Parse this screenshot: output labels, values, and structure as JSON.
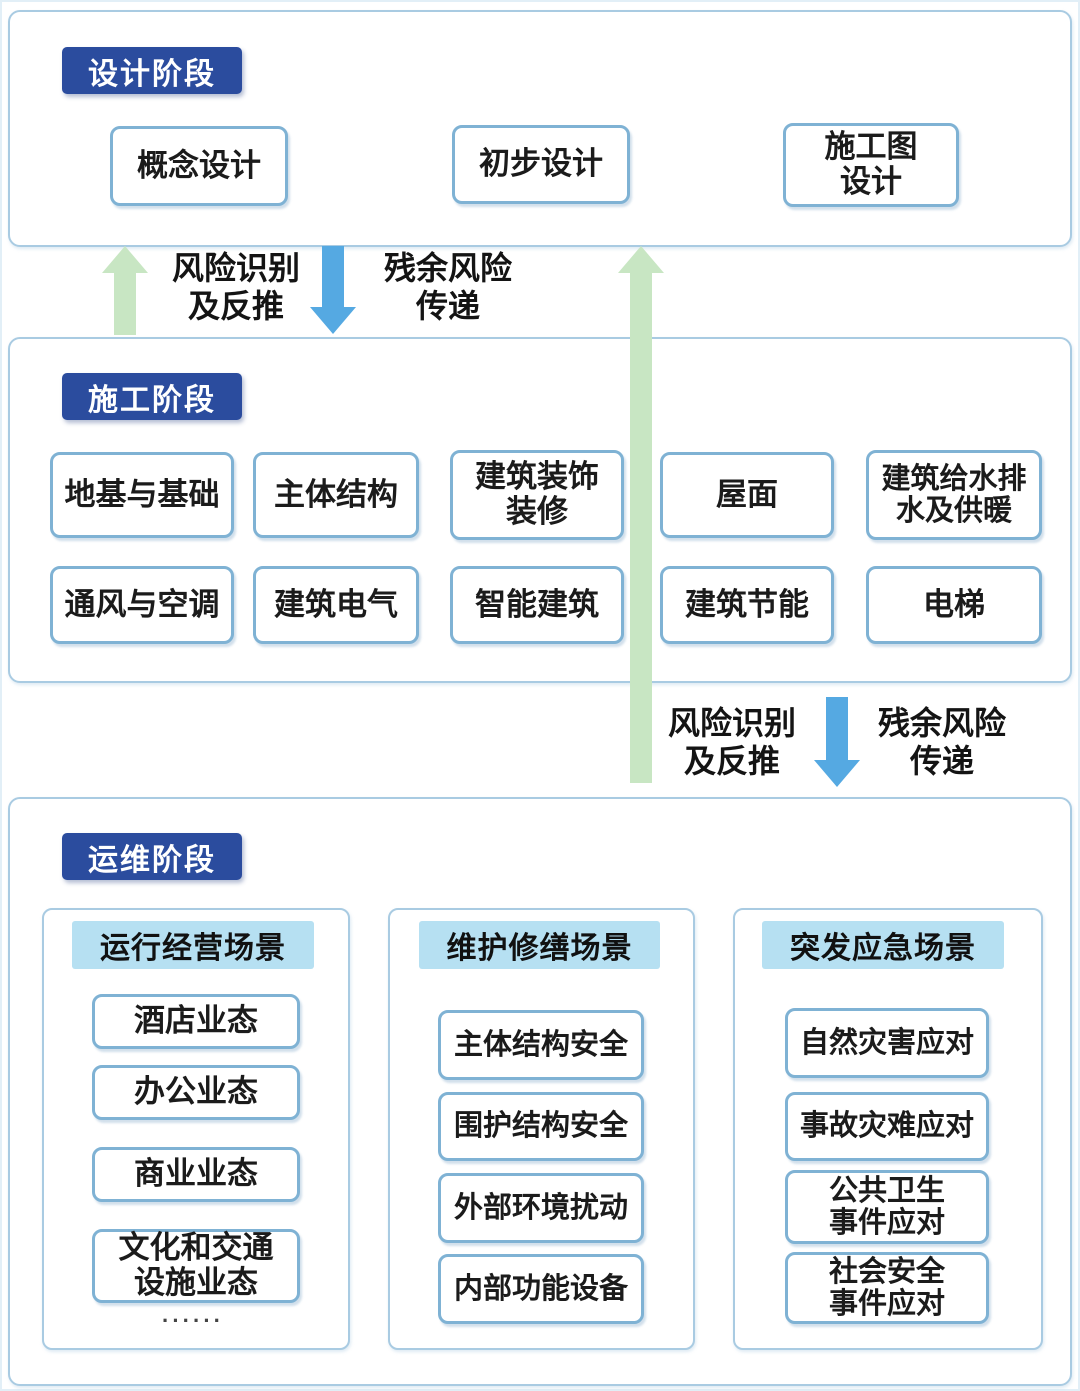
{
  "figure": {
    "type": "building-lifecycle-risk-flow-diagram",
    "language": "zh-CN"
  },
  "colors": {
    "phase_header_bg": "#2b4c9e",
    "phase_header_text": "#ffffff",
    "container_border": "#a9cbe2",
    "box_border": "#7fb2d4",
    "subheader_bg": "#b6e0f2",
    "green_arrow": "#c8e6c3",
    "blue_arrow": "#55a9e2",
    "text": "#1b1b1b"
  },
  "phases": {
    "design": {
      "header": "设计阶段",
      "boxes": [
        "概念设计",
        "初步设计",
        "施工图\n设计"
      ]
    },
    "construction": {
      "header": "施工阶段",
      "row1": [
        "地基与基础",
        "主体结构",
        "建筑装饰\n装修",
        "屋面",
        "建筑给水排\n水及供暖"
      ],
      "row2": [
        "通风与空调",
        "建筑电气",
        "智能建筑",
        "建筑节能",
        "电梯"
      ]
    },
    "operations": {
      "header": "运维阶段",
      "columns": [
        {
          "header": "运行经营场景",
          "items": [
            "酒店业态",
            "办公业态",
            "商业业态",
            "文化和交通\n设施业态"
          ],
          "ellipsis": "······"
        },
        {
          "header": "维护修缮场景",
          "items": [
            "主体结构安全",
            "围护结构安全",
            "外部环境扰动",
            "内部功能设备"
          ]
        },
        {
          "header": "突发应急场景",
          "items": [
            "自然灾害应对",
            "事故灾难应对",
            "公共卫生\n事件应对",
            "社会安全\n事件应对"
          ]
        }
      ]
    }
  },
  "arrows": {
    "design_construction": {
      "up": "风险识别\n及反推",
      "down": "残余风险\n传递"
    },
    "construction_operations": {
      "up": "风险识别\n及反推",
      "down": "残余风险\n传递"
    }
  }
}
